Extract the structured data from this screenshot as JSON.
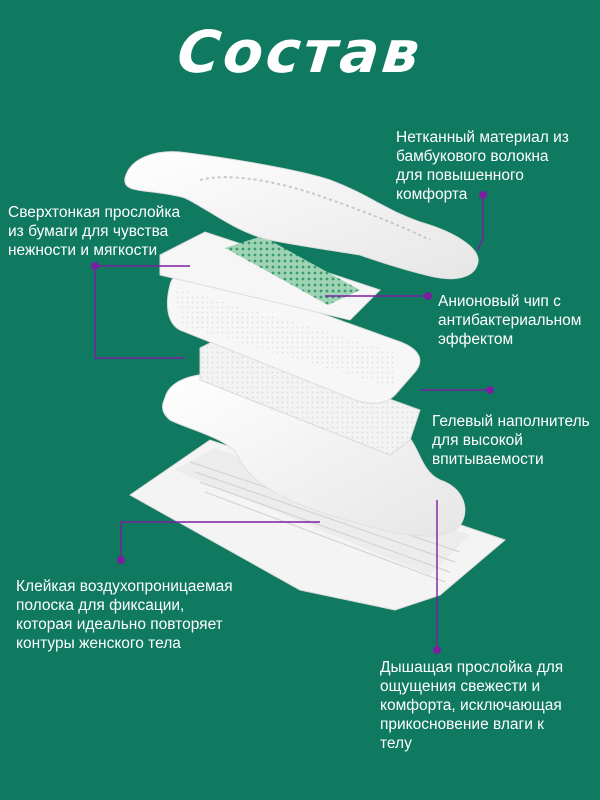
{
  "title": "Состав",
  "colors": {
    "background": "#0f7a5f",
    "accent": "#7b1fa2",
    "text": "#ffffff"
  },
  "labels": {
    "top_layer": "Нетканный материал из\nбамбукового волокна\nдля повышенного\nкомфорта",
    "paper_layer": "Сверхтонкая прослойка\nиз бумаги для чувства\nнежности и мягкости",
    "anion_chip": "Анионовый чип с\nантибактериальном\nэффектом",
    "gel_filler": "Гелевый наполнитель\nдля высокой\nвпитываемости",
    "adhesive_strip": "Клейкая воздухопроницаемая\nполоска для фиксации,\nкоторая идеально повторяет\nконтуры женского тела",
    "breathable_layer": "Дышащая прослойка для\nощущения свежести и\nкомфорта, исключающая\nприкосновение влаги к\nтелу"
  }
}
